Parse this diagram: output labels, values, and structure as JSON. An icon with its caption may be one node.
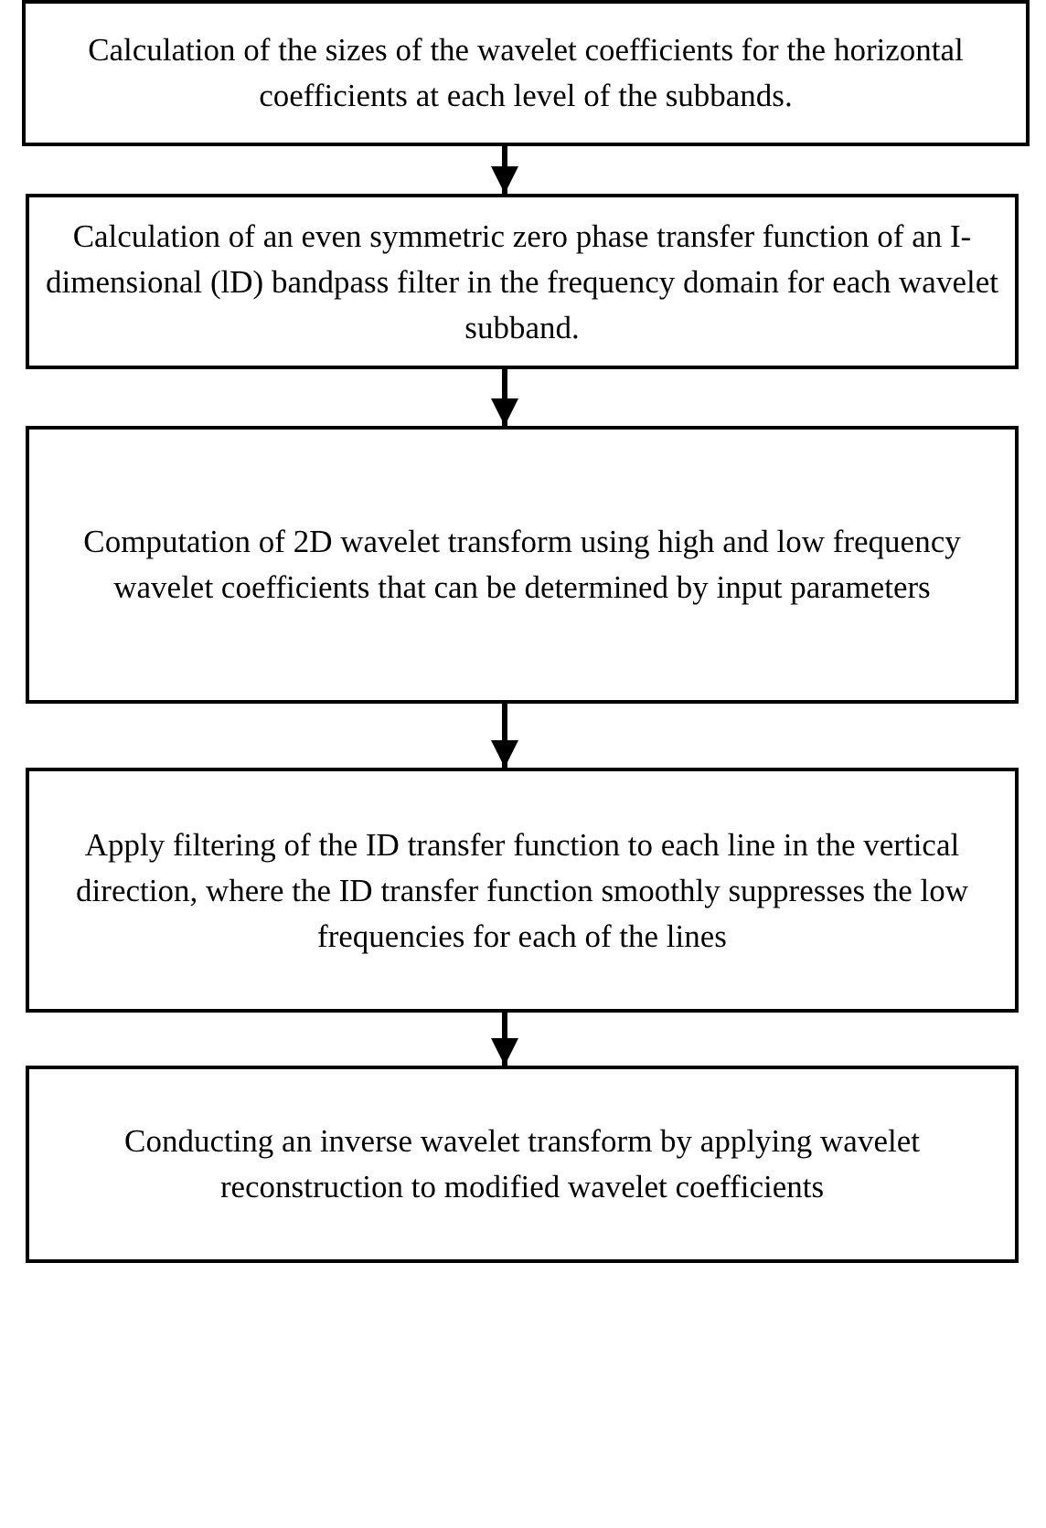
{
  "diagram": {
    "nodes": [
      {
        "text": [
          "Calculation of the sizes of the wavelet coefficients for the horizontal coefficients at each level of the subbands."
        ]
      },
      {
        "text": [
          "Calculation of an even symmetric zero phase transfer function of an I-dimensional (lD) bandpass filter in the frequency domain for each wavelet subband."
        ]
      },
      {
        "text": [
          "Computation of 2D wavelet transform using high and low frequency wavelet coefficients that can be determined by input parameters"
        ]
      },
      {
        "text": [
          "Apply filtering of the ID transfer function to each line in the vertical direction, where the ID transfer function smoothly suppresses the low frequencies for each of the lines"
        ]
      },
      {
        "text": [
          "Conducting an inverse wavelet transform by applying wavelet reconstruction to modified wavelet coefficients"
        ]
      }
    ],
    "edges": [
      {
        "from": 0,
        "to": 1,
        "arrow": "to"
      },
      {
        "from": 1,
        "to": 2,
        "arrow": "to"
      },
      {
        "from": 2,
        "to": 3,
        "arrow": "to"
      },
      {
        "from": 3,
        "to": 4,
        "arrow": "to"
      }
    ]
  }
}
